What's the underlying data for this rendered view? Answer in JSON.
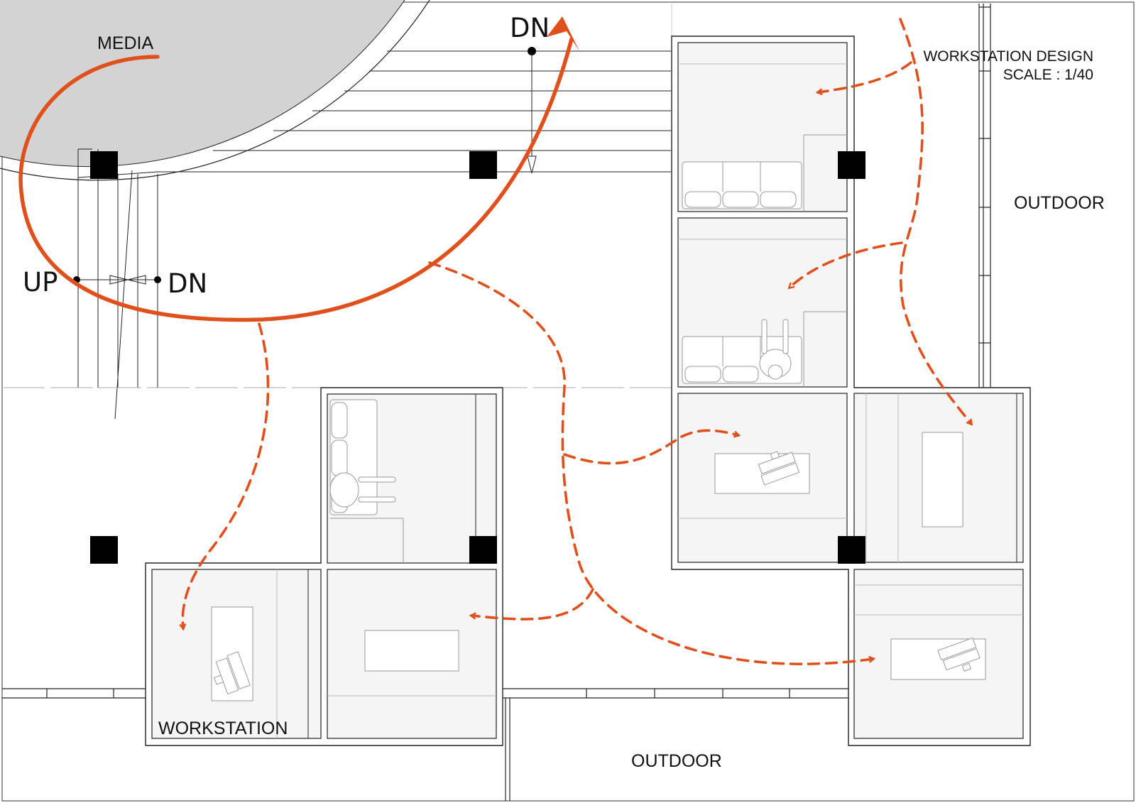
{
  "title": {
    "line1": "WORKSTATION DESIGN",
    "line2": "SCALE : 1/40"
  },
  "labels": {
    "media": "MEDIA",
    "outdoor_right": "OUTDOOR",
    "outdoor_bottom": "OUTDOOR",
    "workstation": "WORKSTATION",
    "stair_up": "UP",
    "stair_dn": "DN",
    "ramp_dn": "DN"
  },
  "colors": {
    "accent": "#e0501c",
    "wall": "#222222",
    "fill_zone": "#f5f5f5",
    "media_fill": "#d3d3d3",
    "column": "#000000"
  },
  "icons": {
    "flow_arrow": "solid-curved-arrow",
    "circulation": "dashed-curved-arrows"
  }
}
